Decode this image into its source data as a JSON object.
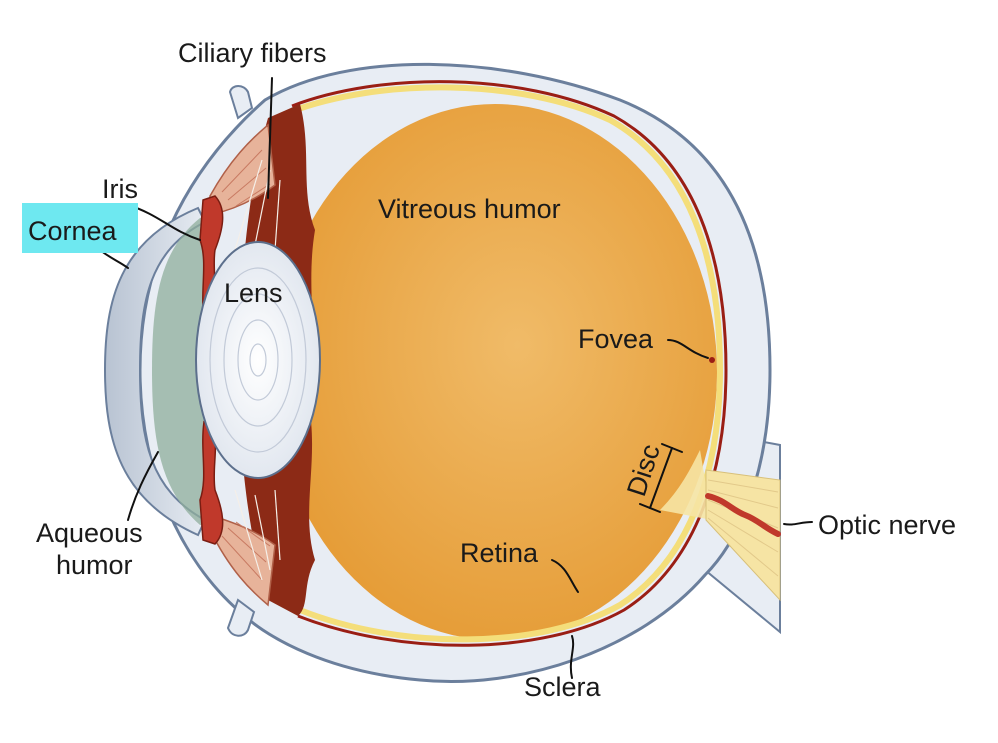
{
  "labels": {
    "ciliary_fibers": "Ciliary fibers",
    "iris": "Iris",
    "cornea": "Cornea",
    "vitreous_humor": "Vitreous humor",
    "lens": "Lens",
    "fovea": "Fovea",
    "disc": "Disc",
    "optic_nerve": "Optic nerve",
    "aqueous_humor_line1": "Aqueous",
    "aqueous_humor_line2": "humor",
    "retina": "Retina",
    "sclera": "Sclera"
  },
  "colors": {
    "highlight": "#6ee8f0",
    "sclera_fill": "#e8edf4",
    "sclera_stroke": "#6b7f9c",
    "vitreous_fill": "#ecaa4a",
    "retina_line": "#9a1e14",
    "choroid_line": "#f4de7a",
    "ciliary_body": "#8c2a16",
    "iris_fill": "#c0392b",
    "lens_fill": "#eef2f8",
    "aqueous_fill": "#8fae9c",
    "optic_nerve_fill": "#f6e4a4",
    "optic_vessel": "#c0392b"
  }
}
